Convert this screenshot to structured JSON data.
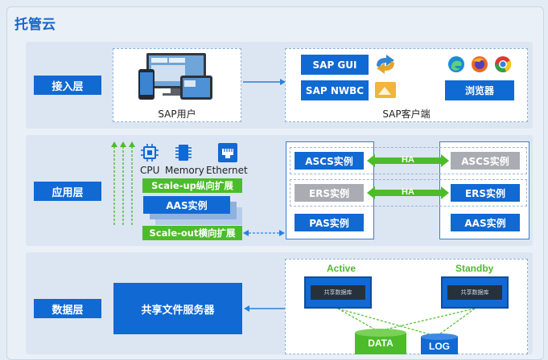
{
  "title": "托管云",
  "layers": {
    "access": "接入层",
    "app": "应用层",
    "data": "数据层"
  },
  "access": {
    "sap_user": "SAP用户",
    "sap_gui": "SAP GUI",
    "sap_nwbc": "SAP NWBC",
    "browser": "浏览器",
    "sap_client": "SAP客户端"
  },
  "app": {
    "cpu": "CPU",
    "memory": "Memory",
    "ethernet": "Ethernet",
    "scale_up": "Scale-up纵向扩展",
    "aas_stack": "AAS实例",
    "scale_out": "Scale-out横向扩展",
    "ascs_left": "ASCS实例",
    "ascs_right": "ASCS实例",
    "ers_left": "ERS实例",
    "ers_right": "ERS实例",
    "ha1": "HA",
    "ha2": "HA",
    "pas": "PAS实例",
    "aas_right": "AAS实例"
  },
  "data": {
    "shared_fs": "共享文件服务器",
    "active": "Active",
    "standby": "Standby",
    "server_left": "共享数据库",
    "server_right": "共享数据库",
    "data_disk": "DATA",
    "log_disk": "LOG"
  },
  "colors": {
    "blue": "#1169d3",
    "green": "#4cbc2a",
    "gray": "#a9adb3",
    "panel": "#dce6f2"
  }
}
